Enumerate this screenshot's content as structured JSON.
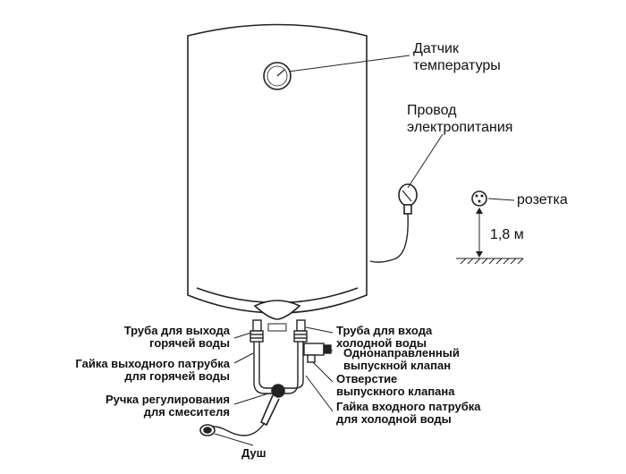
{
  "labels": {
    "temperature_sensor": [
      "Датчик",
      "температуры"
    ],
    "power_cord": [
      "Провод",
      "электропитания"
    ],
    "socket": "розетка",
    "height": "1,8 м",
    "hot_outlet_pipe": [
      "Труба для выхода",
      "горячей воды"
    ],
    "hot_outlet_nut": [
      "Гайка выходного патрубка",
      "для горячей воды"
    ],
    "mixer_handle": [
      "Ручка регулирования",
      "для смесителя"
    ],
    "shower": "Душ",
    "cold_inlet_pipe": [
      "Труба для входа",
      "холодной воды"
    ],
    "check_valve": [
      "Однонаправленный",
      "выпускной клапан"
    ],
    "valve_opening": [
      "Отверстие",
      "выпускного клапана"
    ],
    "cold_inlet_nut": [
      "Гайка входного патрубка",
      "для холодной воды"
    ]
  }
}
